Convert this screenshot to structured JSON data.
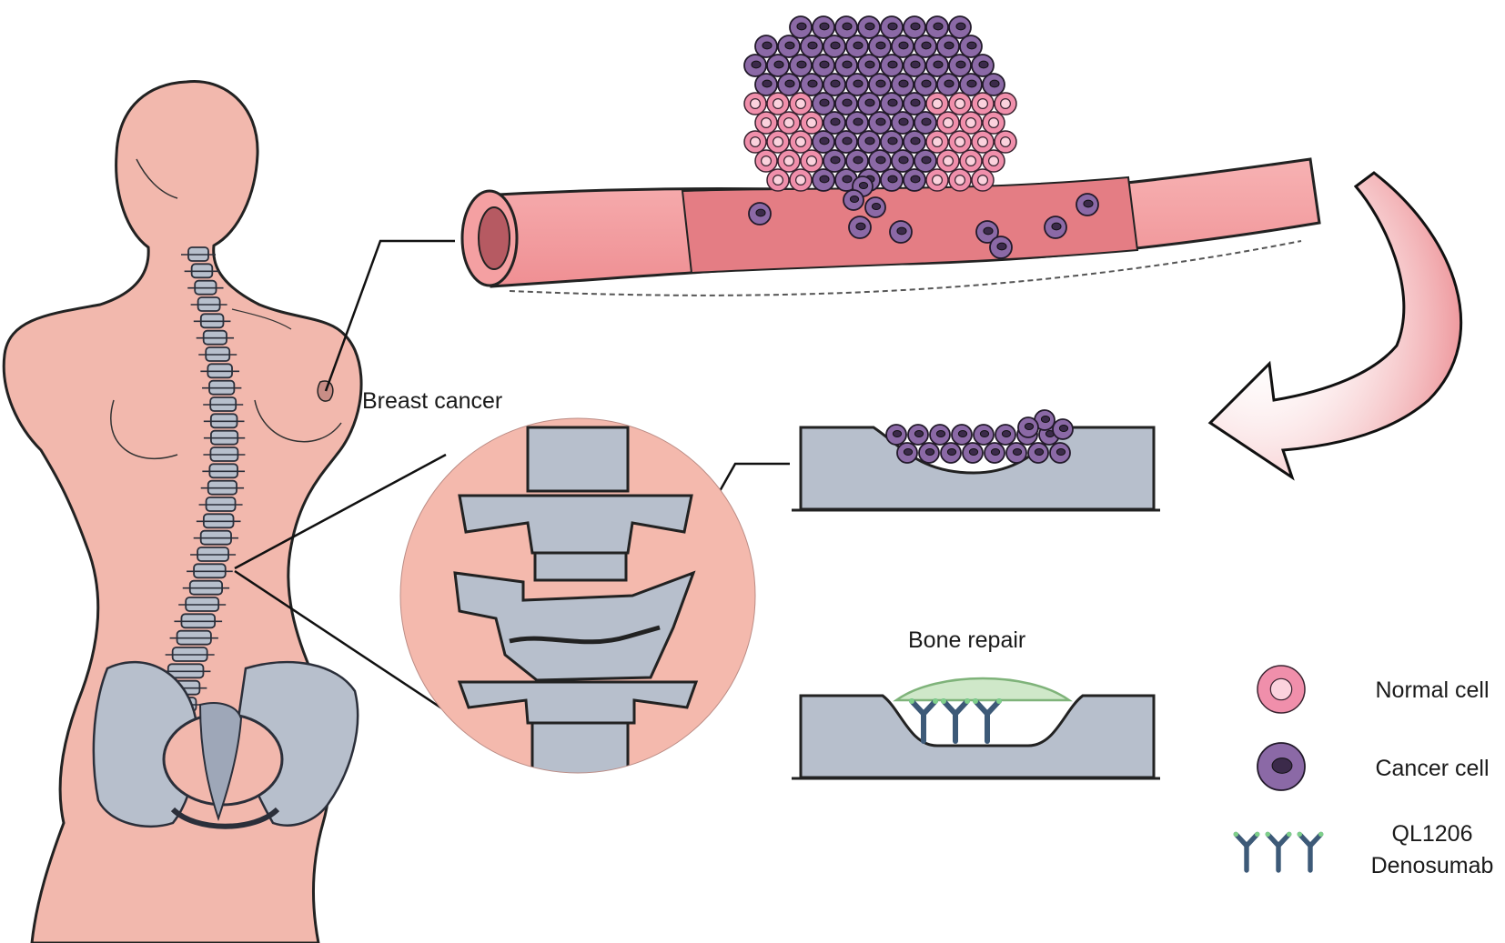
{
  "labels": {
    "breast_cancer": "Breast cancer",
    "bone_repair": "Bone repair"
  },
  "legend": {
    "normal_cell": "Normal cell",
    "cancer_cell": "Cancer cell",
    "drug_line1": "QL1206",
    "drug_line2": "Denosumab"
  },
  "colors": {
    "skin": "#f2b8ad",
    "bone": "#b7bfcc",
    "bone_dark": "#8e97a8",
    "vessel": "#f4a0a2",
    "vessel_inner": "#e47d84",
    "normal_cell": "#f08fab",
    "cancer_cell": "#8b69a6",
    "arrow": "#ea7f85",
    "antibody": "#3d5a78",
    "antibody_tip": "#7fd08a",
    "repair_glow": "#cfe8c9"
  }
}
